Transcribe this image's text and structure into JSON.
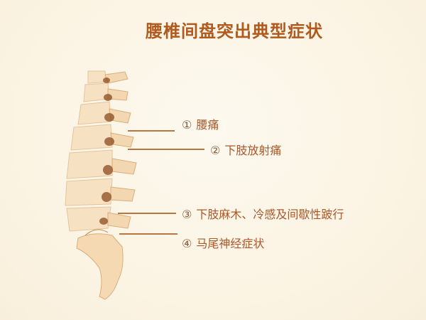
{
  "title": "腰椎间盘突出典型症状",
  "colors": {
    "title": "#b05a1e",
    "label": "#a9582a",
    "leader": "#b9773f",
    "bone": "#f5dcb8",
    "bone_shadow": "#8c4a20",
    "background": "#fbf3e2"
  },
  "symptoms": [
    {
      "num": "①",
      "text": "腰痛"
    },
    {
      "num": "②",
      "text": "下肢放射痛"
    },
    {
      "num": "③",
      "text": "下肢麻木、冷感及间歇性跛行"
    },
    {
      "num": "④",
      "text": "马尾神经症状"
    }
  ]
}
